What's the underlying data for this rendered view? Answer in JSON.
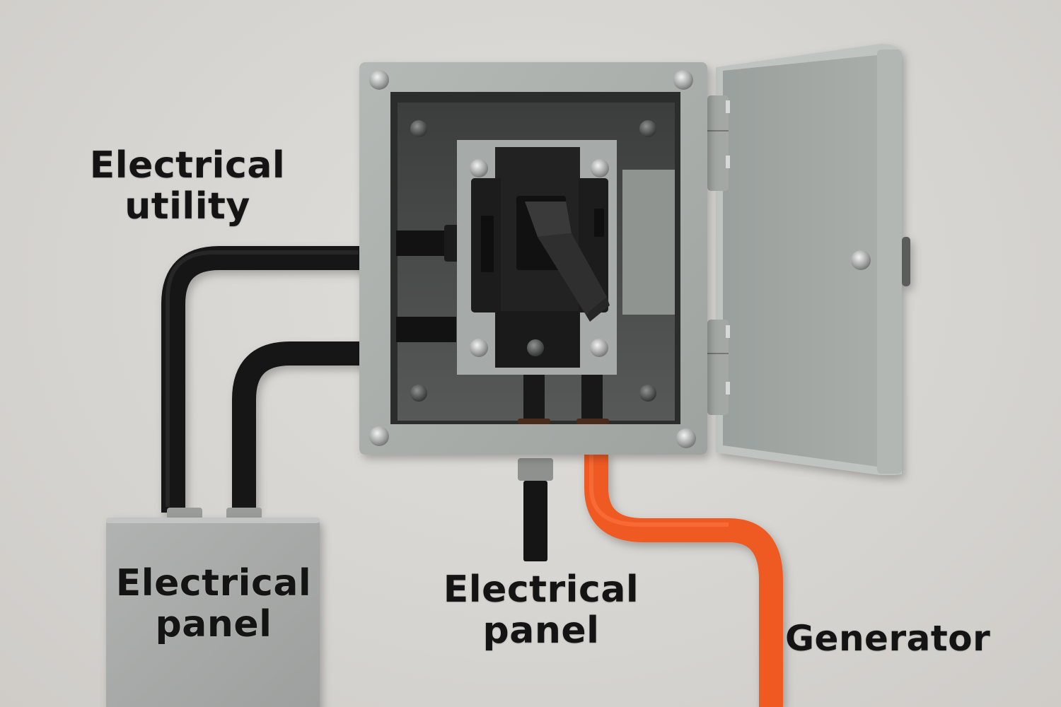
{
  "labels": {
    "electrical_utility": {
      "line1": "Electrical",
      "line2": "utility"
    },
    "electrical_panel_box": {
      "line1": "Electrical",
      "line2": "panel"
    },
    "electrical_panel_center": {
      "line1": "Electrical",
      "line2": "panel"
    },
    "generator": {
      "line1": "Generator"
    }
  },
  "components": [
    "transfer-switch-enclosure",
    "enclosure-door-open",
    "throw-switch-handle",
    "utility-cables",
    "electrical-panel-box",
    "panel-feed-cable",
    "generator-cable"
  ],
  "colors": {
    "wall": "#d9d7d3",
    "enclosure": "#a9aeab",
    "enclosure_inner": "#4a4d4c",
    "switch_body": "#1e1e1e",
    "cable_black": "#141414",
    "cable_orange": "#ef5a22",
    "label_text": "#141414"
  }
}
